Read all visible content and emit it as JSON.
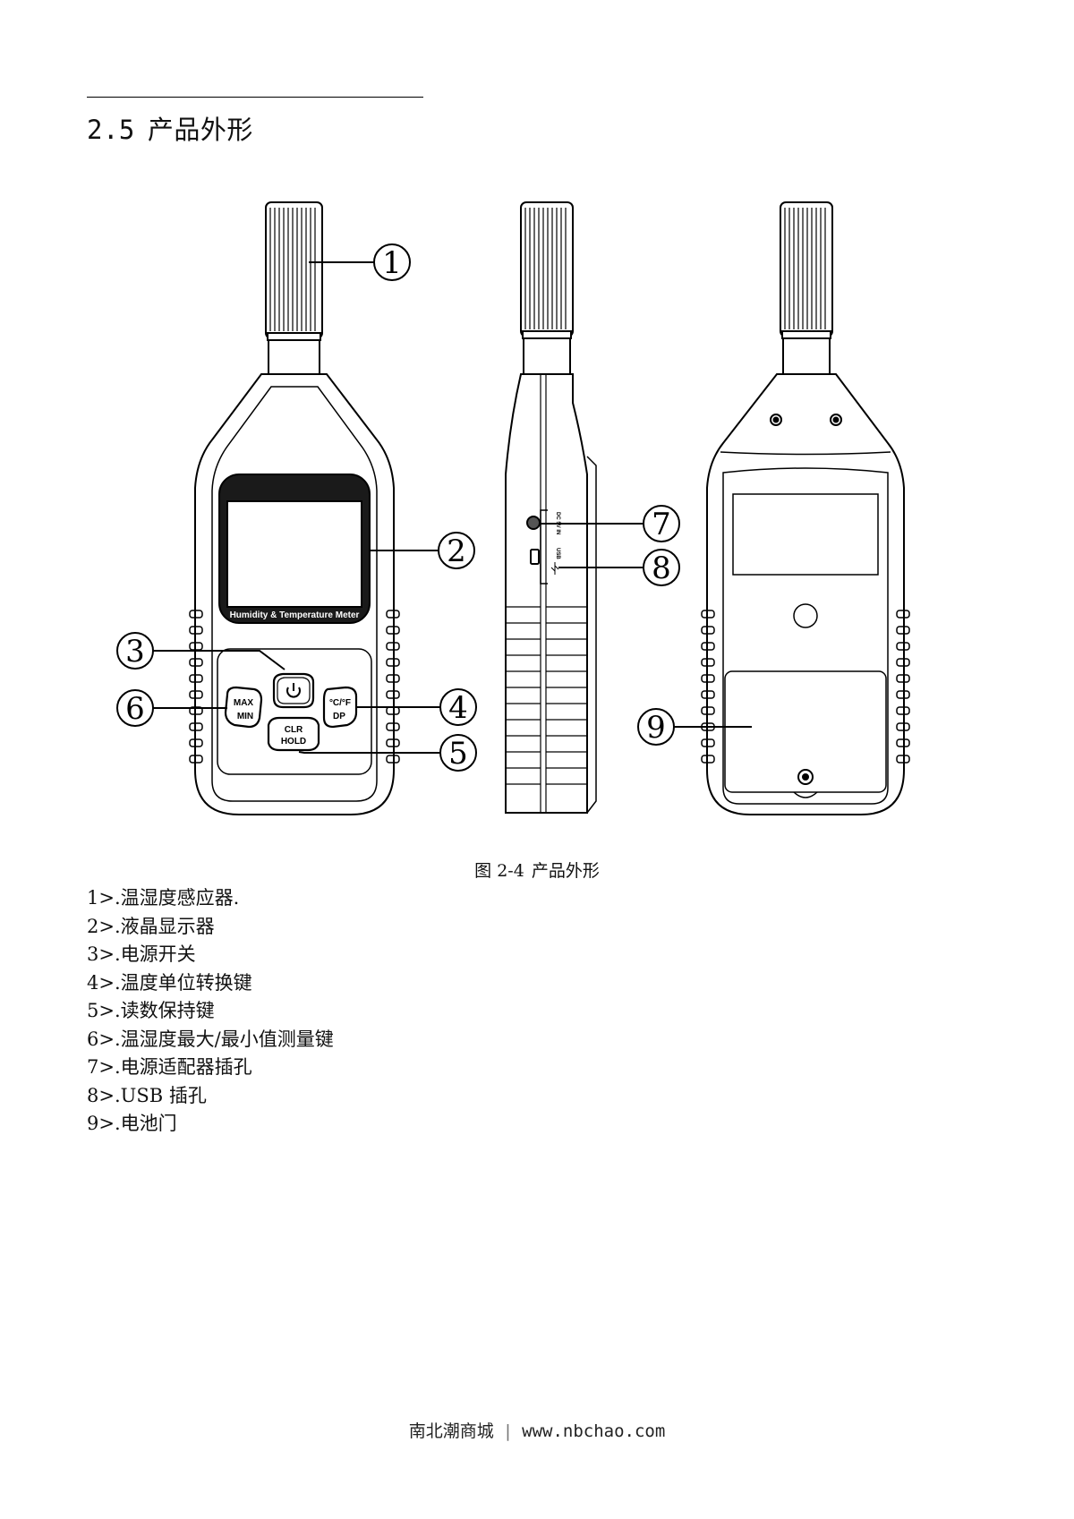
{
  "section": {
    "number": "2.5",
    "title": "产品外形"
  },
  "figure": {
    "caption_label": "图 2-4",
    "caption_text": "产品外形",
    "callouts": [
      "1",
      "2",
      "3",
      "4",
      "5",
      "6",
      "7",
      "8",
      "9"
    ],
    "device_band_text": "Humidity & Temperature Meter",
    "buttons": {
      "maxmin_top": "MAX",
      "maxmin_bottom": "MIN",
      "unit_top": "°C/°F",
      "unit_bottom": "DP",
      "clr_top": "CLR",
      "clr_bottom": "HOLD"
    },
    "side_labels": {
      "dc": "DC 5V IN",
      "usb": "USB"
    },
    "icons": [
      "power-icon",
      "usb-icon"
    ]
  },
  "parts": [
    "1>.温湿度感应器.",
    "2>.液晶显示器",
    "3>.电源开关",
    "4>.温度单位转换键",
    "5>.读数保持键",
    "6>.温湿度最大/最小值测量键",
    "7>.电源适配器插孔",
    "8>.USB 插孔",
    "9>.电池门"
  ],
  "footer": {
    "site_name": "南北潮商城",
    "separator": "|",
    "url": "www.nbchao.com"
  }
}
